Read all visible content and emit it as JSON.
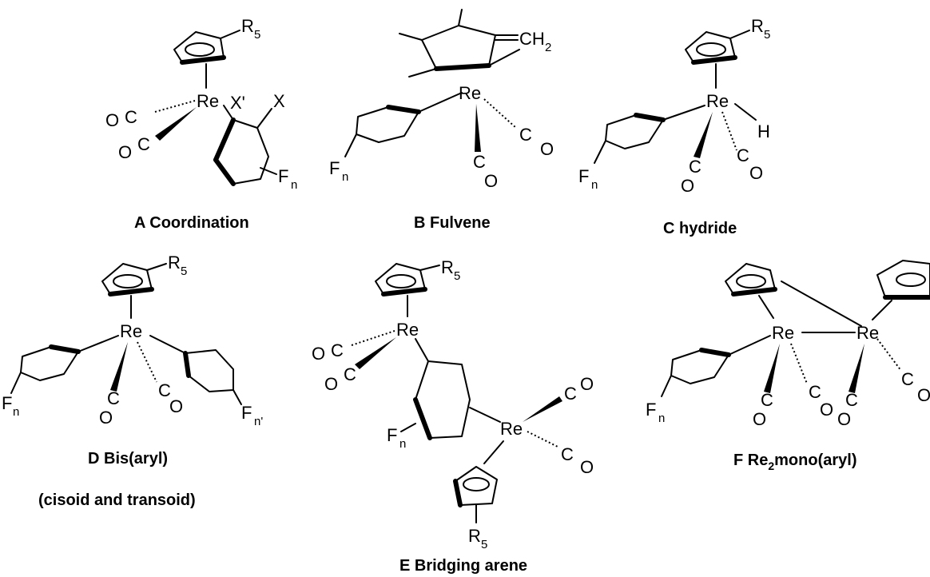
{
  "atoms": {
    "re": "Re",
    "carbonyl": "C",
    "oxygen": "O",
    "fluorine": "F",
    "hydrogen": "H",
    "r_group": "R",
    "halide": "X",
    "halide_prime": "X'"
  },
  "subscripts": {
    "r5": "5",
    "fn": "n",
    "fn_prime": "n'",
    "ch2_main": "CH",
    "ch2_sub": "2"
  },
  "captions": {
    "a": "A Coordination",
    "b": "B Fulvene",
    "c": "C hydride",
    "d_line1": "D Bis(aryl)",
    "d_line2": "(cisoid and transoid)",
    "e": "E Bridging arene",
    "f_prefix": "F Re",
    "f_sub": "2",
    "f_suffix": "mono(aryl)"
  }
}
